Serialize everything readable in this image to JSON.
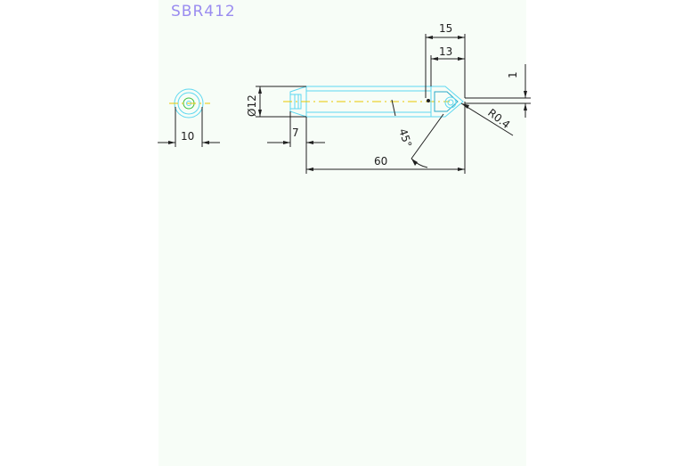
{
  "drawing": {
    "title": "SBR412",
    "dimensions": {
      "tip_length": "15",
      "tip_inner": "13",
      "offset": "1",
      "diameter": "Ø12",
      "side_width": "10",
      "end_length": "7",
      "total_length": "60",
      "angle": "45°",
      "radius": "R0.4"
    }
  },
  "colors": {
    "title": "#9a8cf0",
    "outline": "#5ed8f0",
    "centerline": "#e8c800",
    "dimension": "#202020"
  }
}
